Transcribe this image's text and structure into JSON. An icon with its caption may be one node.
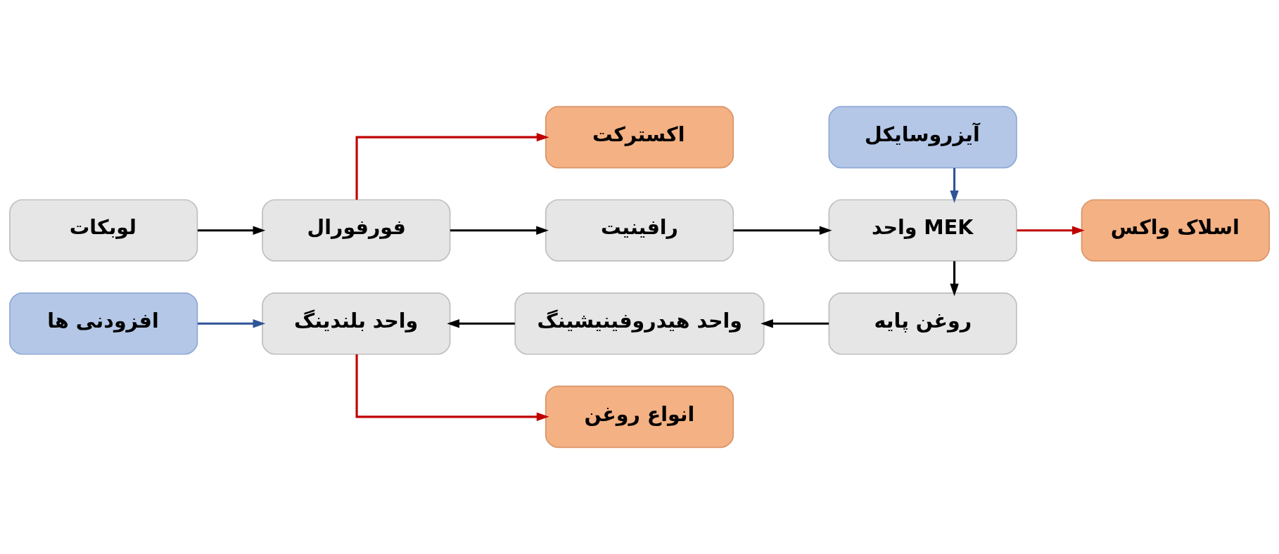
{
  "diagram": {
    "nodes": [
      {
        "text": [
          "لوبکات"
        ]
      },
      {
        "text": [
          "فورفورال"
        ]
      },
      {
        "text": [
          "اکسترکت"
        ]
      },
      {
        "text": [
          "رافینیت"
        ]
      },
      {
        "text": [
          "آیزروسایکل"
        ]
      },
      {
        "text": [
          "واحد MEK"
        ]
      },
      {
        "text": [
          "اسلاک واکس"
        ]
      },
      {
        "text": [
          "روغن پایه"
        ]
      },
      {
        "text": [
          "واحد هیدروفینیشینگ"
        ]
      },
      {
        "text": [
          "واحد بلندینگ"
        ]
      },
      {
        "text": [
          "انواع روغن"
        ]
      },
      {
        "text": [
          "افزودنی ها"
        ]
      }
    ],
    "edges": [
      {
        "from": 0,
        "to": 1,
        "arrow": "to"
      },
      {
        "from": 1,
        "to": 2,
        "arrow": "to",
        "color": "#c00000"
      },
      {
        "from": 1,
        "to": 3,
        "arrow": "to"
      },
      {
        "from": 3,
        "to": 5,
        "arrow": "to"
      },
      {
        "from": 4,
        "to": 5,
        "arrow": "to",
        "color": "#2f5597"
      },
      {
        "from": 5,
        "to": 6,
        "arrow": "to",
        "color": "#c00000"
      },
      {
        "from": 5,
        "to": 7,
        "arrow": "to"
      },
      {
        "from": 7,
        "to": 8,
        "arrow": "to"
      },
      {
        "from": 8,
        "to": 9,
        "arrow": "to"
      },
      {
        "from": 9,
        "to": 10,
        "arrow": "to",
        "color": "#c00000"
      },
      {
        "from": 11,
        "to": 9,
        "arrow": "to",
        "color": "#2f5597"
      }
    ]
  }
}
